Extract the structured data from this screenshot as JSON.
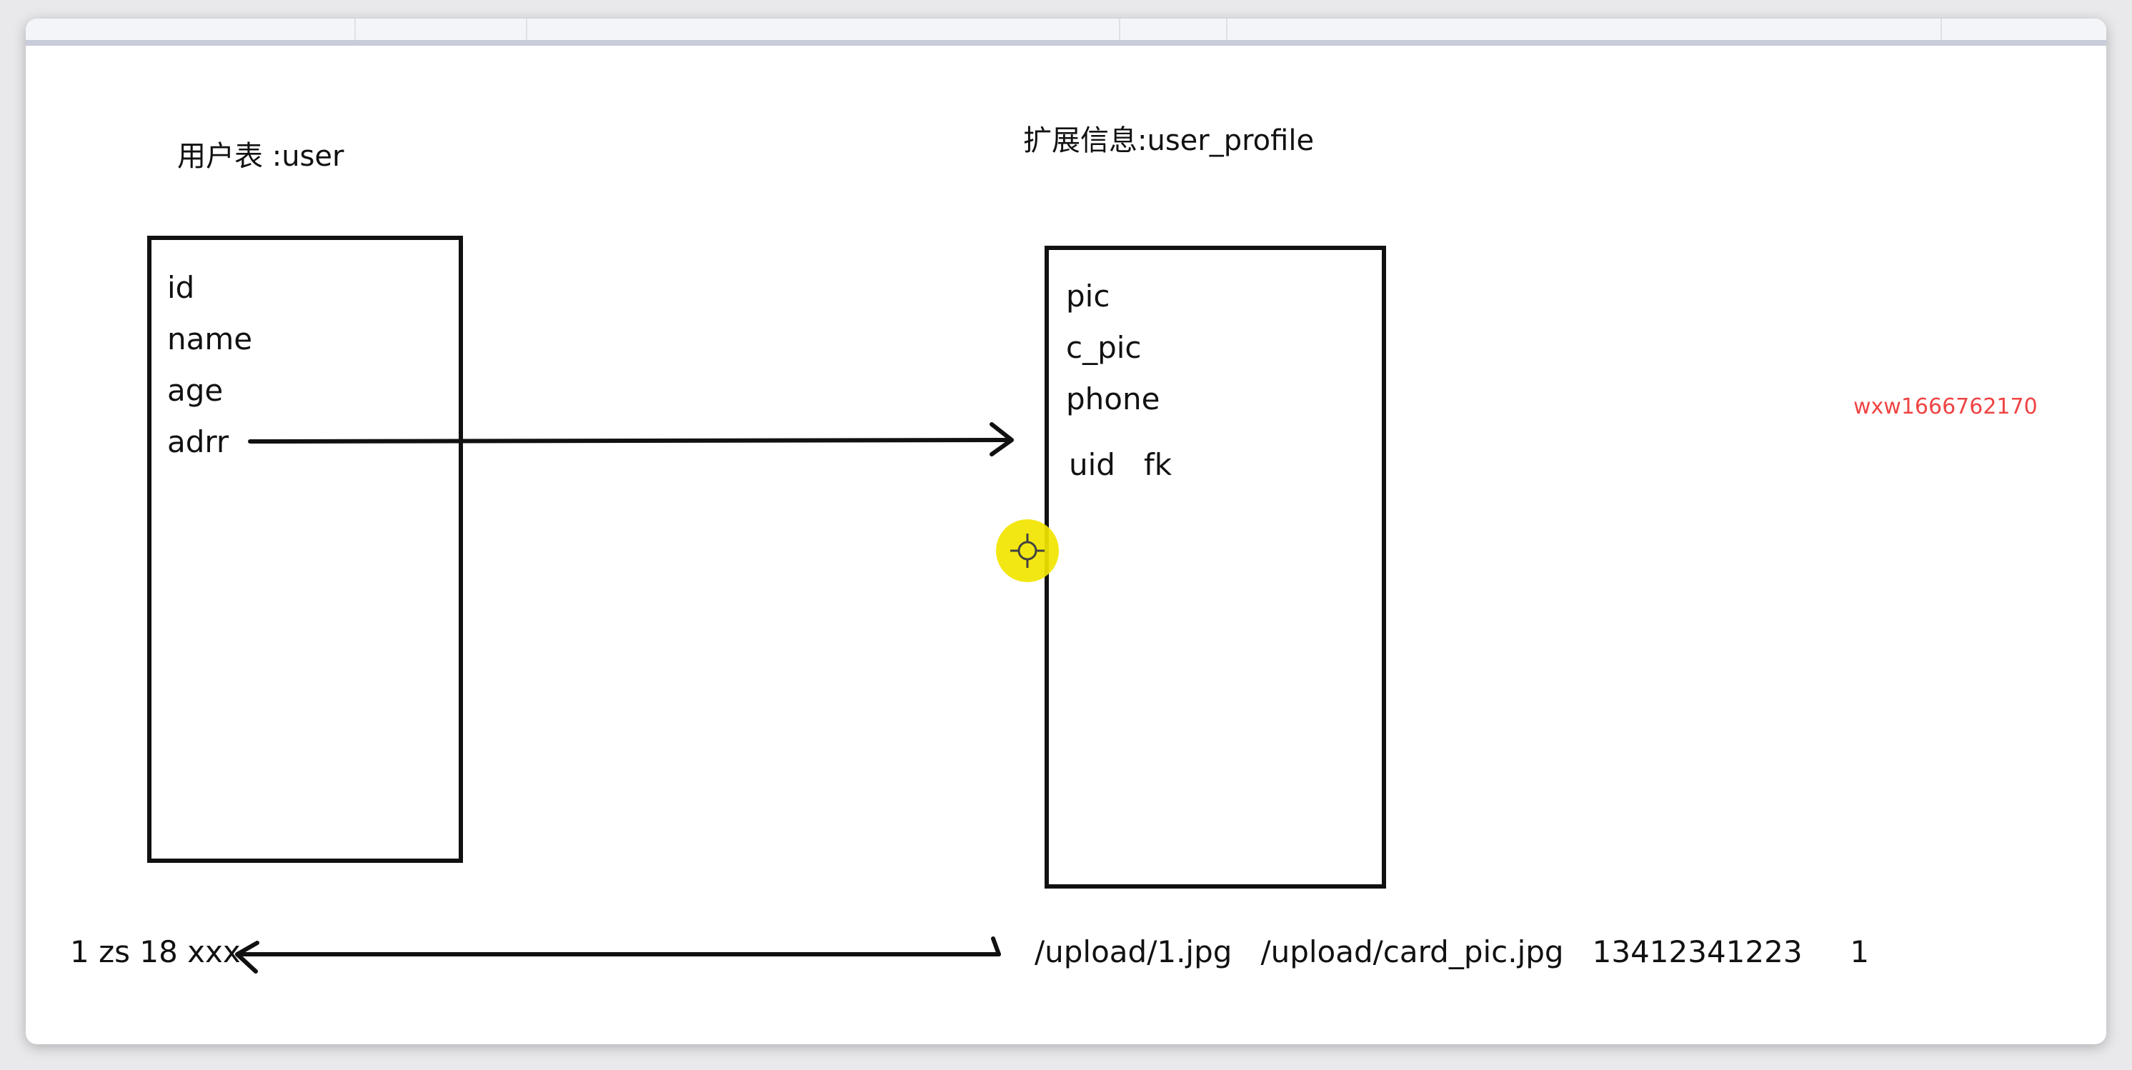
{
  "header_cells": [
    "",
    "",
    "",
    "",
    "",
    ""
  ],
  "left_table": {
    "title": "用户表 :user",
    "fields": [
      "id",
      "name",
      "age",
      "adrr"
    ]
  },
  "right_table": {
    "title": "扩展信息:user_profile",
    "fields": [
      "pic",
      "c_pic",
      "phone",
      "uid   fk"
    ]
  },
  "rows": {
    "left": "1 zs 18 xxx",
    "right": "/upload/1.jpg   /upload/card_pic.jpg   13412341223     1"
  },
  "watermark": "wxw1666762170",
  "colors": {
    "ink": "#111111",
    "watermark": "#ef4444",
    "cursor": "#f2e600",
    "strip_border": "#c9ccdb"
  },
  "icons": {
    "cursor": "crosshair-pointer-icon"
  }
}
